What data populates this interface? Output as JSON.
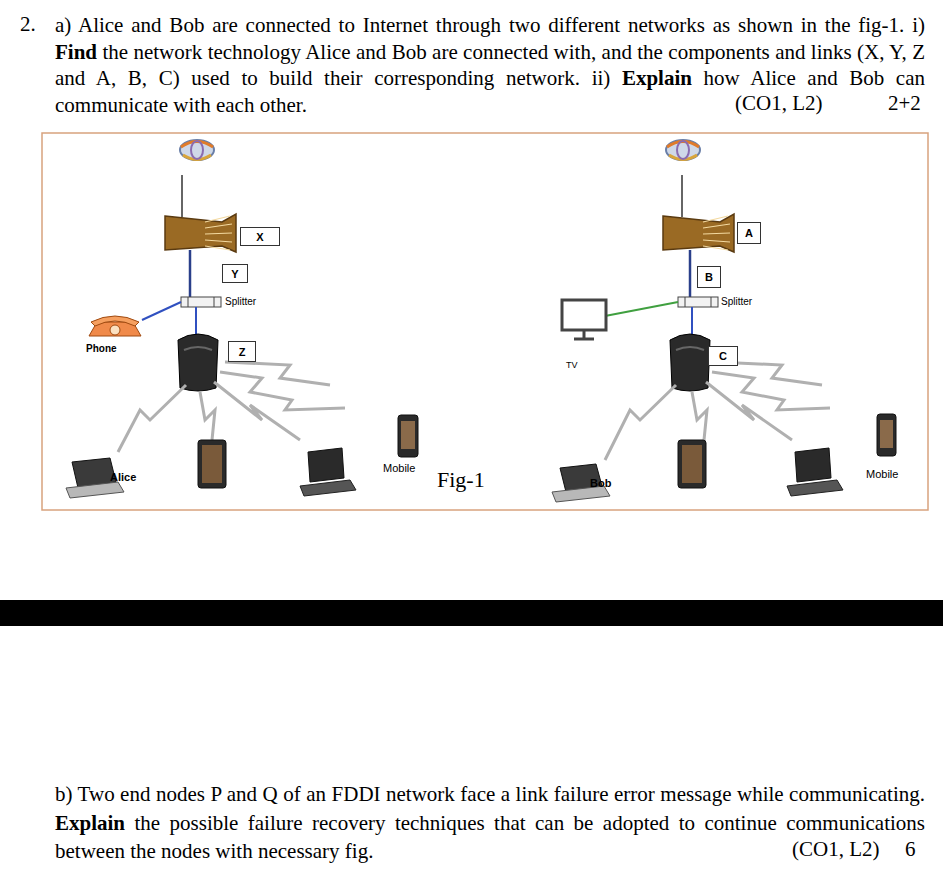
{
  "diagram": {
    "nodes": [
      {
        "text": [
          "X"
        ]
      },
      {
        "text": [
          "Y"
        ]
      },
      {
        "text": [
          "Z"
        ]
      },
      {
        "text": [
          "A"
        ]
      },
      {
        "text": [
          "B"
        ]
      },
      {
        "text": [
          "C"
        ]
      }
    ],
    "labels": [
      "2.",
      "a) Alice and Bob are connected to Internet through two different networks as shown in the fig-1. i)",
      "Find",
      "the network technology Alice and Bob are connected with, and the components and links (X, Y, Z and A, B, C) used to build their corresponding network. ii)",
      "Explain",
      "how Alice and Bob can communicate with each other.",
      "(CO1, L2)",
      "2+2",
      "Splitter",
      "Phone",
      "Alice",
      "Mobile",
      "Fig-1",
      "Splitter",
      "TV",
      "Bob",
      "Mobile",
      "b) Two end nodes P and Q of an FDDI network face a link failure error message while communicating.",
      "Explain",
      "the possible failure recovery techniques that can be adopted to continue communications between the nodes with necessary fig.",
      "(CO1, L2)",
      "6"
    ]
  }
}
